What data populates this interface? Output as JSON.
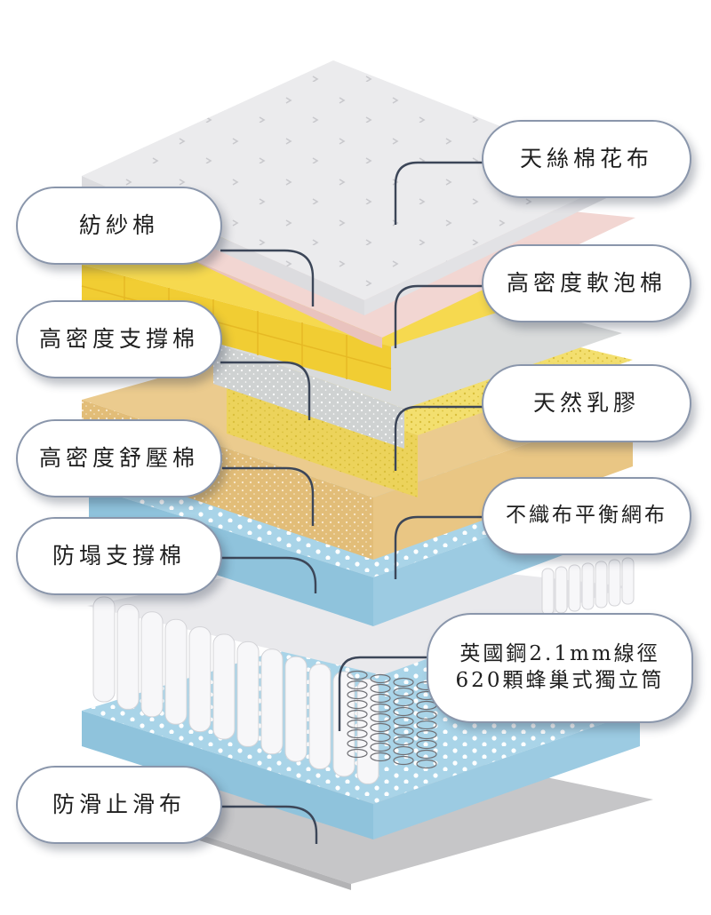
{
  "colors": {
    "pillow_top": "#ebebed",
    "pink": "#f2d6d2",
    "yellow": "#f6d94f",
    "gray_foam": "#d9dbdb",
    "latex": "#f3df6f",
    "comfort": "#ebcb8e",
    "blue": "#a9d4e8",
    "coil": "#f4f4f6",
    "nonslip": "#c6c6c8",
    "leader": "#3c4658",
    "label_border": "#8a96ab"
  },
  "labels": {
    "tencel": "天絲棉花布",
    "cotton": "紡紗棉",
    "hd_soft": "高密度軟泡棉",
    "hd_support": "高密度支撐棉",
    "latex": "天然乳膠",
    "hd_comfort": "高密度舒壓棉",
    "nonwoven": "不織布平衡網布",
    "anti_collapse": "防塌支撐棉",
    "springs": "英國鋼2.1mm線徑\n620顆蜂巢式獨立筒",
    "non_slip": "防滑止滑布"
  }
}
